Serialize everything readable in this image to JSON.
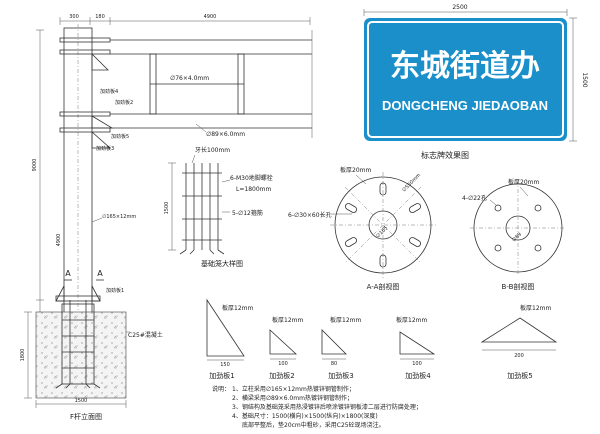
{
  "sign": {
    "title_cn": "东城街道办",
    "title_en": "DONGCHENG JIEDAOBAN",
    "width_dim": "2500",
    "height_dim": "1500",
    "caption": "标志牌效果图",
    "bg_color": "#1a8fc9",
    "border_color": "#ffffff"
  },
  "elevation": {
    "caption": "F杆立面图",
    "dim_top_left": "300",
    "dim_top_mid": "180",
    "dim_top_right": "4900",
    "dim_height_total": "9000",
    "dim_height_lower": "4900",
    "dim_base_height": "1800",
    "dim_base_width": "1500",
    "crossbar_spec": "∅76×4.0mm",
    "arm_spec": "∅89×6.0mm",
    "pole_spec": "∅165×12mm",
    "plate4": "加劲板4",
    "plate2": "加劲板2",
    "plate5": "加劲板5",
    "plate3": "加劲板3",
    "plate1": "加劲板1",
    "section_mark": "A",
    "concrete_label": "C25#混凝土"
  },
  "cage": {
    "title": "基础笼大样图",
    "label_top": "牙长100mm",
    "label_bolt": "6-M30地脚螺栓",
    "label_length": "L=1800mm",
    "label_stirrup": "5-∅12箍筋",
    "dim_height": "1500"
  },
  "section_a": {
    "caption": "A-A剖视图",
    "thickness": "板厚20mm",
    "holes": "6-∅30×60长孔",
    "outer_dim": "∅550mm",
    "inner_dim": "∅165"
  },
  "section_b": {
    "caption": "B-B剖视图",
    "thickness": "板厚20mm",
    "holes": "4-∅22孔",
    "inner_dim": "∅89"
  },
  "gussets": [
    {
      "label": "加劲板1",
      "thickness": "板厚12mm",
      "dim_w": "150"
    },
    {
      "label": "加劲板2",
      "thickness": "板厚12mm",
      "dim_w": "100"
    },
    {
      "label": "加劲板3",
      "thickness": "板厚12mm",
      "dim_w": "80"
    },
    {
      "label": "加劲板4",
      "thickness": "板厚12mm",
      "dim_w": "100"
    },
    {
      "label": "加劲板5",
      "thickness": "板厚12mm",
      "dim_w": "200"
    }
  ],
  "notes": {
    "heading": "说明：",
    "lines": [
      "1、立柱采用∅165×12mm热镀锌钢管制作；",
      "2、横梁采用∅89×6.0mm热镀锌钢管制作；",
      "3、钢结构及基础笼采用热浸镀锌后喷涂镀锌钢板漆二层进行防腐处理；",
      "4、基础尺寸：1500(横向)×1500(纵向)×1800(深度)",
      "底部平整后，垫20cm中粗砂，采用C25砼现场浇注。"
    ]
  }
}
